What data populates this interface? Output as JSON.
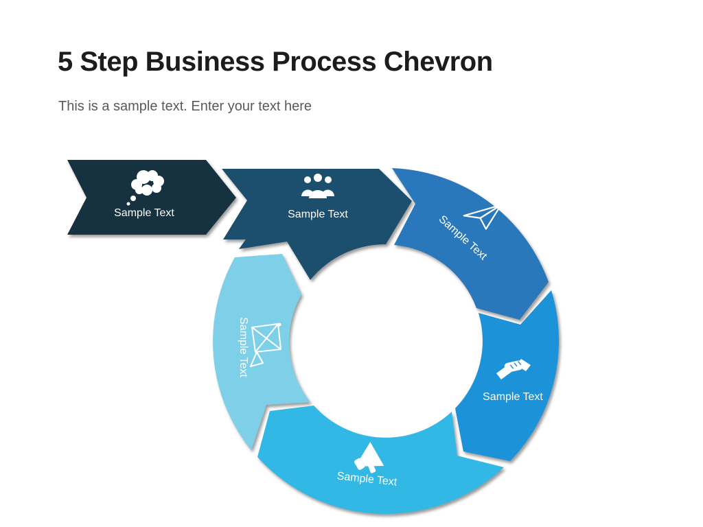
{
  "slide": {
    "title": "5 Step Business Process Chevron",
    "subtitle": "This is a sample text. Enter your text here"
  },
  "steps": [
    {
      "label": "Sample Text",
      "icon": "thought-cloud-icon",
      "color": "#17303F"
    },
    {
      "label": "Sample Text",
      "icon": "meeting-people-icon",
      "color": "#1C4F6E"
    },
    {
      "label": "Sample Text",
      "icon": "paper-plane-icon",
      "color": "#2B78BC"
    },
    {
      "label": "Sample Text",
      "icon": "handshake-icon",
      "color": "#1E93D8"
    },
    {
      "label": "Sample Text",
      "icon": "megaphone-icon",
      "color": "#33B8E5"
    },
    {
      "label": "Sample Text",
      "icon": "satellite-dish-icon",
      "color": "#7DD0E8"
    }
  ],
  "style": {
    "label_color": "#FFFFFF",
    "title_color": "#1C1C1C",
    "subtitle_color": "#595959",
    "shadow_color": "#7A7A7A",
    "background": "#FFFFFF"
  }
}
